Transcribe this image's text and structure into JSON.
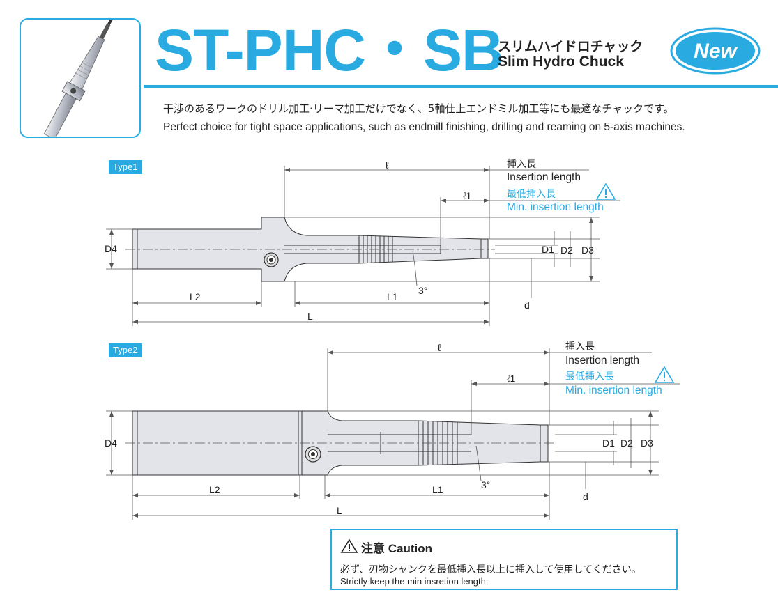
{
  "header": {
    "title": "ST-PHC・SB",
    "subtitle_jp": "スリムハイドロチャック",
    "subtitle_en": "Slim Hydro Chuck",
    "badge": "New",
    "description_jp": "干渉のあるワークのドリル加工·リーマ加工だけでなく、5軸仕上エンドミル加工等にも最適なチャックです。",
    "description_en": "Perfect choice for tight space applications, such as endmill finishing, drilling and reaming on 5-axis machines."
  },
  "type1": {
    "badge": "Type1",
    "dims": {
      "l": "ℓ",
      "l1": "ℓ1",
      "D1": "D1",
      "D2": "D2",
      "D3": "D3",
      "D4": "D4",
      "L1": "L1",
      "L2": "L2",
      "L": "L",
      "d": "d",
      "angle": "3°"
    },
    "insertion_jp": "挿入長",
    "insertion_en": "Insertion length",
    "min_insertion_jp": "最低挿入長",
    "min_insertion_en": "Min. insertion length"
  },
  "type2": {
    "badge": "Type2",
    "dims": {
      "l": "ℓ",
      "l1": "ℓ1",
      "D1": "D1",
      "D2": "D2",
      "D3": "D3",
      "D4": "D4",
      "L1": "L1",
      "L2": "L2",
      "L": "L",
      "d": "d",
      "angle": "3°"
    },
    "insertion_jp": "挿入長",
    "insertion_en": "Insertion length",
    "min_insertion_jp": "最低挿入長",
    "min_insertion_en": "Min. insertion length"
  },
  "caution": {
    "title": "注意 Caution",
    "text_jp": "必ず、刃物シャンクを最低挿入長以上に挿入して使用してください。",
    "text_en": "Strictly keep the min insretion length."
  },
  "colors": {
    "accent": "#29abe2",
    "body": "#e2e4ea",
    "outline": "#333333"
  },
  "icons": [
    "warning-icon",
    "new-badge"
  ]
}
